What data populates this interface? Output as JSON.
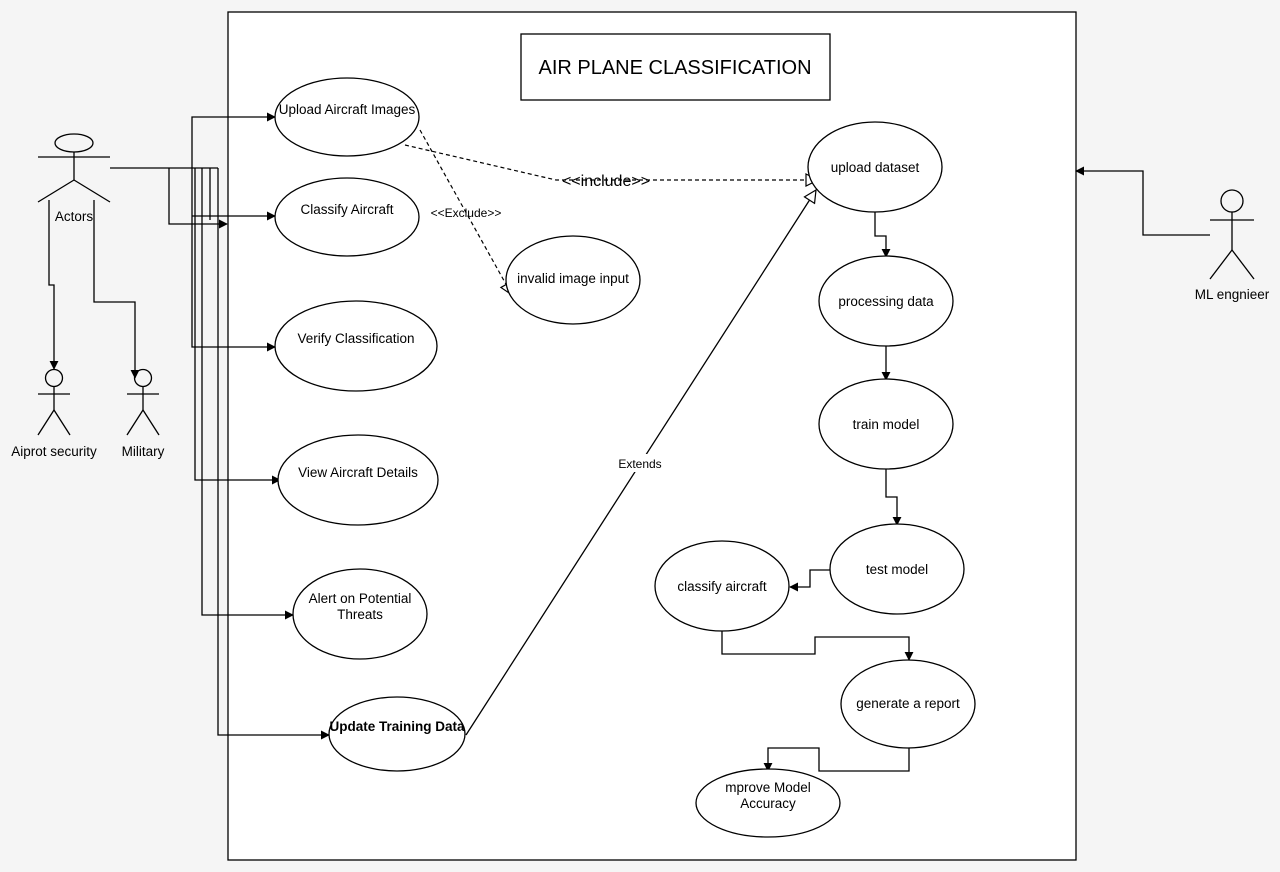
{
  "title": "AIR PLANE CLASSIFICATION",
  "actors": {
    "main": "Actors",
    "airport_security": "Aiprot security",
    "military": "Military",
    "ml_engineer": "ML engnieer"
  },
  "use_cases": {
    "upload_images": "Upload Aircraft Images",
    "classify_aircraft": "Classify Aircraft",
    "verify_classification": "Verify Classification",
    "view_details": "View Aircraft Details",
    "alert_line1": "Alert on Potential",
    "alert_line2": "Threats",
    "update_training": "Update Training Data",
    "invalid_input": "invalid image input",
    "upload_dataset": "upload dataset",
    "processing_data": "processing data",
    "train_model": "train model",
    "test_model": "test model",
    "classify_aircraft_ml": "classify aircraft",
    "generate_report": "generate a report",
    "improve_line1": "mprove Model",
    "improve_line2": "Accuracy"
  },
  "relations": {
    "include": "<<include>>",
    "exclude": "<<Exclude>>",
    "extends": "Extends"
  }
}
